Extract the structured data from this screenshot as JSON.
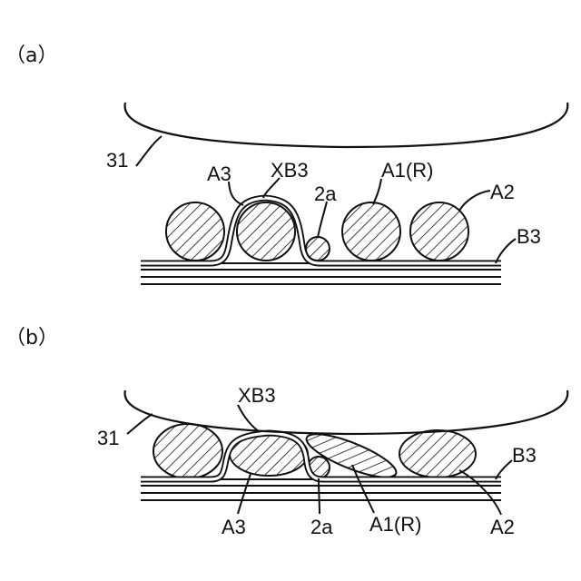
{
  "panels": {
    "a": {
      "panel_label": "（a）",
      "labels": {
        "roller": "31",
        "band": "XB3",
        "a3": "A3",
        "a1": "A1(R)",
        "a2": "A2",
        "small": "2a",
        "base": "B3"
      }
    },
    "b": {
      "panel_label": "（b）",
      "labels": {
        "roller": "31",
        "band": "XB3",
        "a3": "A3",
        "a1": "A1(R)",
        "a2": "A2",
        "small": "2a",
        "base": "B3"
      }
    }
  }
}
